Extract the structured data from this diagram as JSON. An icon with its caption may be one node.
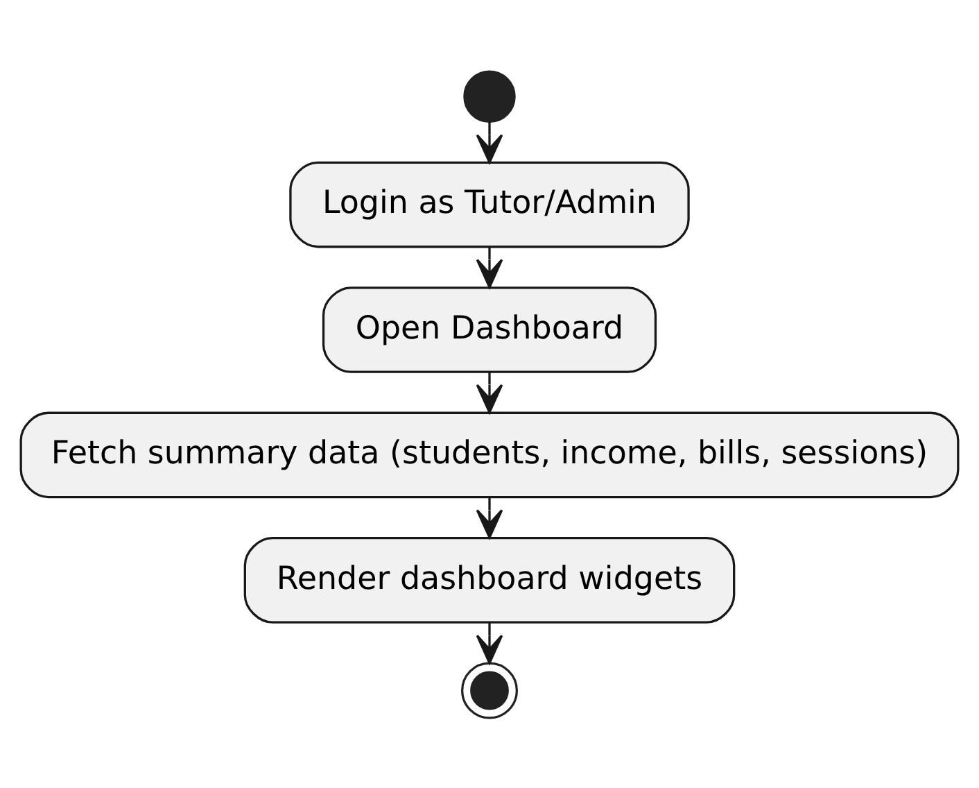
{
  "diagram": {
    "nodes": [
      {
        "text": [],
        "shape": "circle"
      },
      {
        "text": [
          "Login as Tutor/Admin"
        ]
      },
      {
        "text": [
          "Open Dashboard"
        ]
      },
      {
        "text": [
          "Fetch summary data (students, income, bills, sessions)"
        ]
      },
      {
        "text": [
          "Render dashboard widgets"
        ]
      },
      {
        "text": [],
        "shape": "bullseye"
      }
    ],
    "edges": [
      {
        "from": 0,
        "to": 1,
        "arrow": "to"
      },
      {
        "from": 1,
        "to": 2,
        "arrow": "to"
      },
      {
        "from": 2,
        "to": 3,
        "arrow": "to"
      },
      {
        "from": 3,
        "to": 4,
        "arrow": "to"
      },
      {
        "from": 4,
        "to": 5,
        "arrow": "to"
      }
    ]
  }
}
